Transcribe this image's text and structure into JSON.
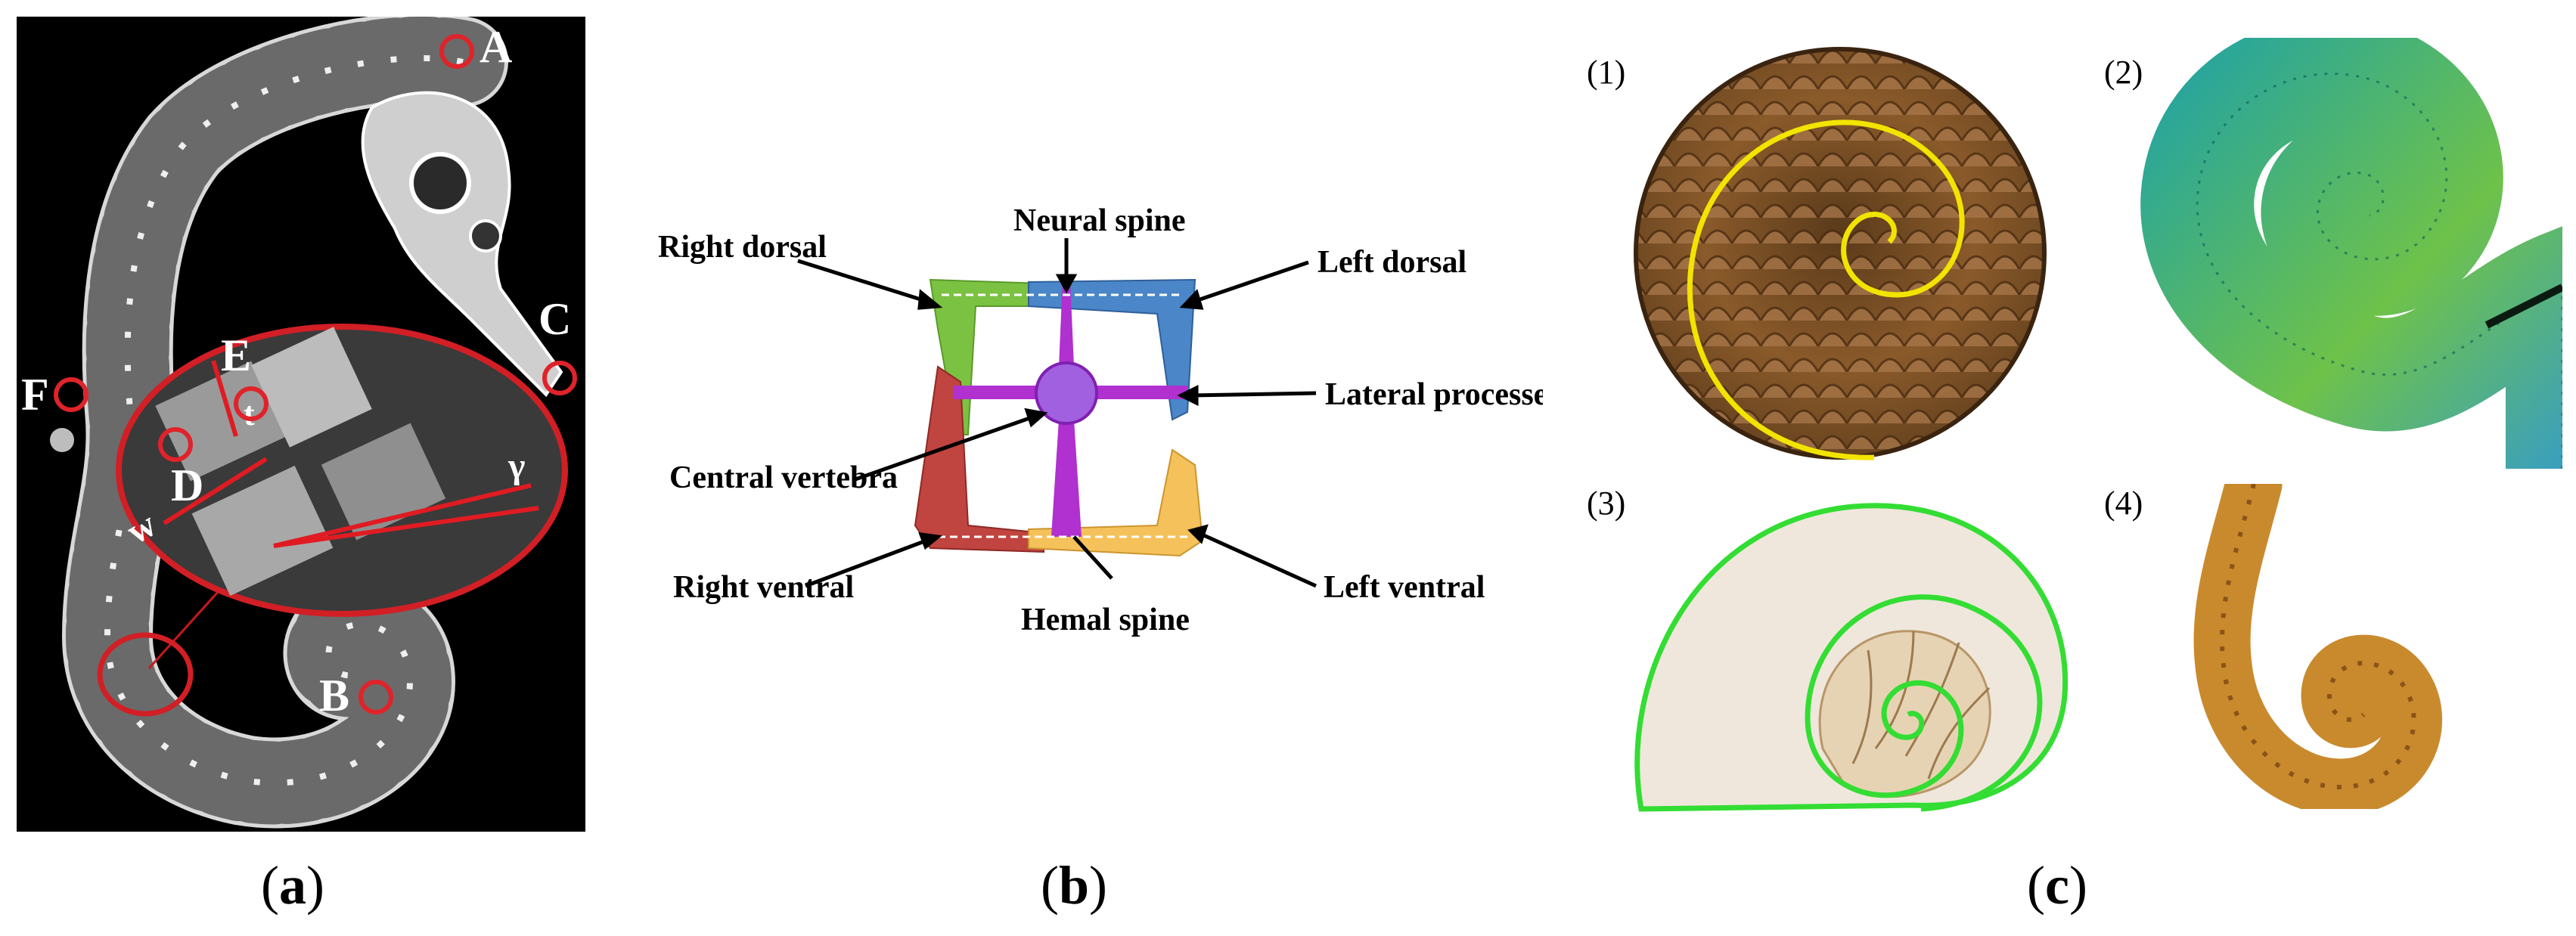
{
  "panel_a": {
    "markers": [
      "A",
      "B",
      "C",
      "D",
      "E",
      "F"
    ],
    "inset_labels": {
      "t": "t",
      "w": "w",
      "gamma": "γ"
    },
    "caption": {
      "open": "(",
      "letter": "a",
      "close": ")"
    }
  },
  "panel_b": {
    "labels": {
      "neural_spine": "Neural spine",
      "right_dorsal": "Right dorsal",
      "left_dorsal": "Left dorsal",
      "lateral_processes": "Lateral processes",
      "central_vertebra": "Central vertebra",
      "right_ventral": "Right ventral",
      "left_ventral": "Left ventral",
      "hemal_spine": "Hemal spine"
    },
    "colors": {
      "right_dorsal": "#7cc242",
      "left_dorsal": "#4a86c8",
      "right_ventral": "#c0443f",
      "left_ventral": "#f5c15a",
      "spine": "#b030d0"
    },
    "caption": {
      "open": "(",
      "letter": "b",
      "close": ")"
    }
  },
  "panel_c": {
    "sublabels": [
      "(1)",
      "(2)",
      "(3)",
      "(4)"
    ],
    "spiral_colors": {
      "pinecone": "#f2e400",
      "nautilus": "#33dd33"
    },
    "caption": {
      "open": "(",
      "letter": "c",
      "close": ")"
    }
  }
}
